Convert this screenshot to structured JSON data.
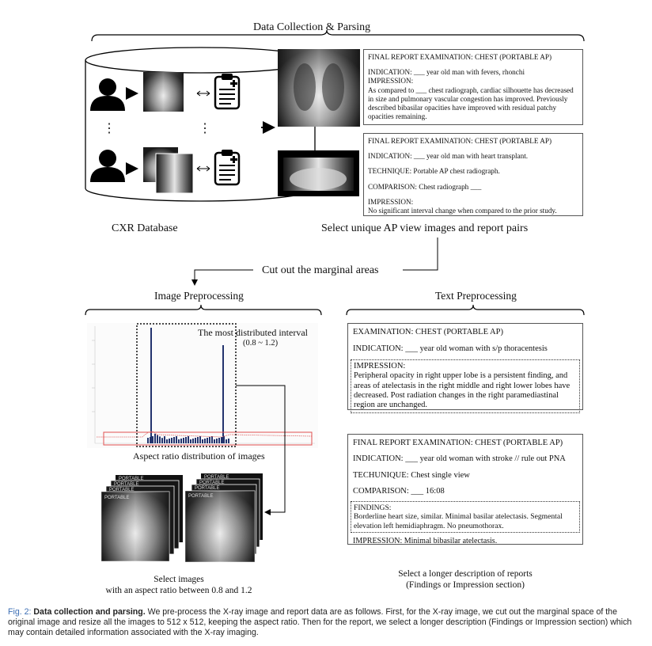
{
  "titles": {
    "data_collection": "Data Collection & Parsing",
    "cxr_db": "CXR Database",
    "select_pairs": "Select unique AP view images and report pairs",
    "cut_out": "Cut out the marginal areas",
    "image_pre": "Image Preprocessing",
    "text_pre": "Text Preprocessing",
    "most_dist": "The most distributed interval",
    "interval": "(0.8 ~ 1.2)",
    "aspect_dist": "Aspect ratio distribution of images",
    "select_images_1": "Select images",
    "select_images_2": "with an aspect ratio between 0.8 and 1.2",
    "select_longer_1": "Select a longer description of reports",
    "select_longer_2": "(Findings or Impression section)"
  },
  "database": {
    "ellipsis": "⋮"
  },
  "report1": {
    "header": "FINAL REPORT EXAMINATION:  CHEST (PORTABLE AP)",
    "indication": "INDICATION: ___ year old man with fevers, rhonchi",
    "impression_label": "IMPRESSION:",
    "impression": "As compared to ___ chest radiograph, cardiac silhouette has decreased in size and pulmonary vascular congestion has improved. Previously described bibasilar opacities have improved with residual patchy opacities remaining."
  },
  "report2": {
    "header": "FINAL REPORT EXAMINATION: CHEST (PORTABLE AP)",
    "indication": "INDICATION: ___ year old man with heart transplant.",
    "technique": "TECHNIQUE: Portable AP chest radiograph.",
    "comparison": "COMPARISON: Chest radiograph ___",
    "impression_label": "IMPRESSION:",
    "impression": "No significant interval change when compared to the prior study."
  },
  "text_box1": {
    "exam": "EXAMINATION:  CHEST (PORTABLE AP)",
    "indication": "INDICATION:  ___ year old woman with s/p thoracentesis",
    "impression_label": "IMPRESSION:",
    "impression": "Peripheral opacity in right upper lobe is a persistent finding, and areas of atelectasis in the right middle and right lower lobes have decreased. Post radiation changes in the right paramediastinal region are unchanged."
  },
  "text_box2": {
    "header": "FINAL REPORT EXAMINATION:  CHEST (PORTABLE AP)",
    "indication": "INDICATION:  ___ year old woman with stroke  // rule out PNA",
    "technique": "TECHUNIQUE:  Chest single view",
    "comparison": "COMPARISON:  ___ 16:08",
    "findings_label": "FINDINGS:",
    "findings": "Borderline heart size, similar. Minimal basilar atelectasis. Segmental elevation left hemidiaphragm. No pneumothorax.",
    "impression": "IMPRESSION: Minimal bibasilar atelectasis."
  },
  "xray_labels": {
    "portable": "PORTABLE"
  },
  "caption": {
    "label": "Fig. 2:",
    "bold": "Data collection and parsing.",
    "text": "We pre-process the X-ray image and report data are as follows. First, for the X-ray image, we cut out the marginal space of the original image and resize all the images to 512 x 512, keeping the aspect ratio. Then for the report, we select a longer description (Findings or Impression section) which may contain detailed information associated with the X-ray imaging."
  },
  "colors": {
    "caption_label": "#3d6fb5",
    "histogram_bar": "#23336e",
    "highlight_box": "#e05050"
  }
}
